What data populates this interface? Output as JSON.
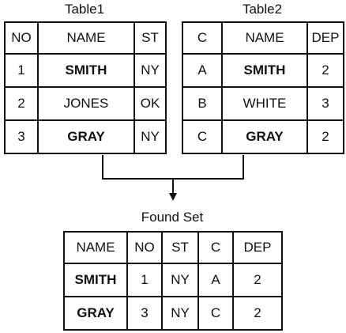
{
  "table1": {
    "title": "Table1",
    "headers": [
      "NO",
      "NAME",
      "ST"
    ],
    "rows": [
      [
        "1",
        "SMITH",
        "NY"
      ],
      [
        "2",
        "JONES",
        "OK"
      ],
      [
        "3",
        "GRAY",
        "NY"
      ]
    ]
  },
  "table2": {
    "title": "Table2",
    "headers": [
      "C",
      "NAME",
      "DEP"
    ],
    "rows": [
      [
        "A",
        "SMITH",
        "2"
      ],
      [
        "B",
        "WHITE",
        "3"
      ],
      [
        "C",
        "GRAY",
        "2"
      ]
    ]
  },
  "found_set": {
    "title": "Found Set",
    "headers": [
      "NAME",
      "NO",
      "ST",
      "C",
      "DEP"
    ],
    "rows": [
      [
        "SMITH",
        "1",
        "NY",
        "A",
        "2"
      ],
      [
        "GRAY",
        "3",
        "NY",
        "C",
        "2"
      ]
    ]
  }
}
